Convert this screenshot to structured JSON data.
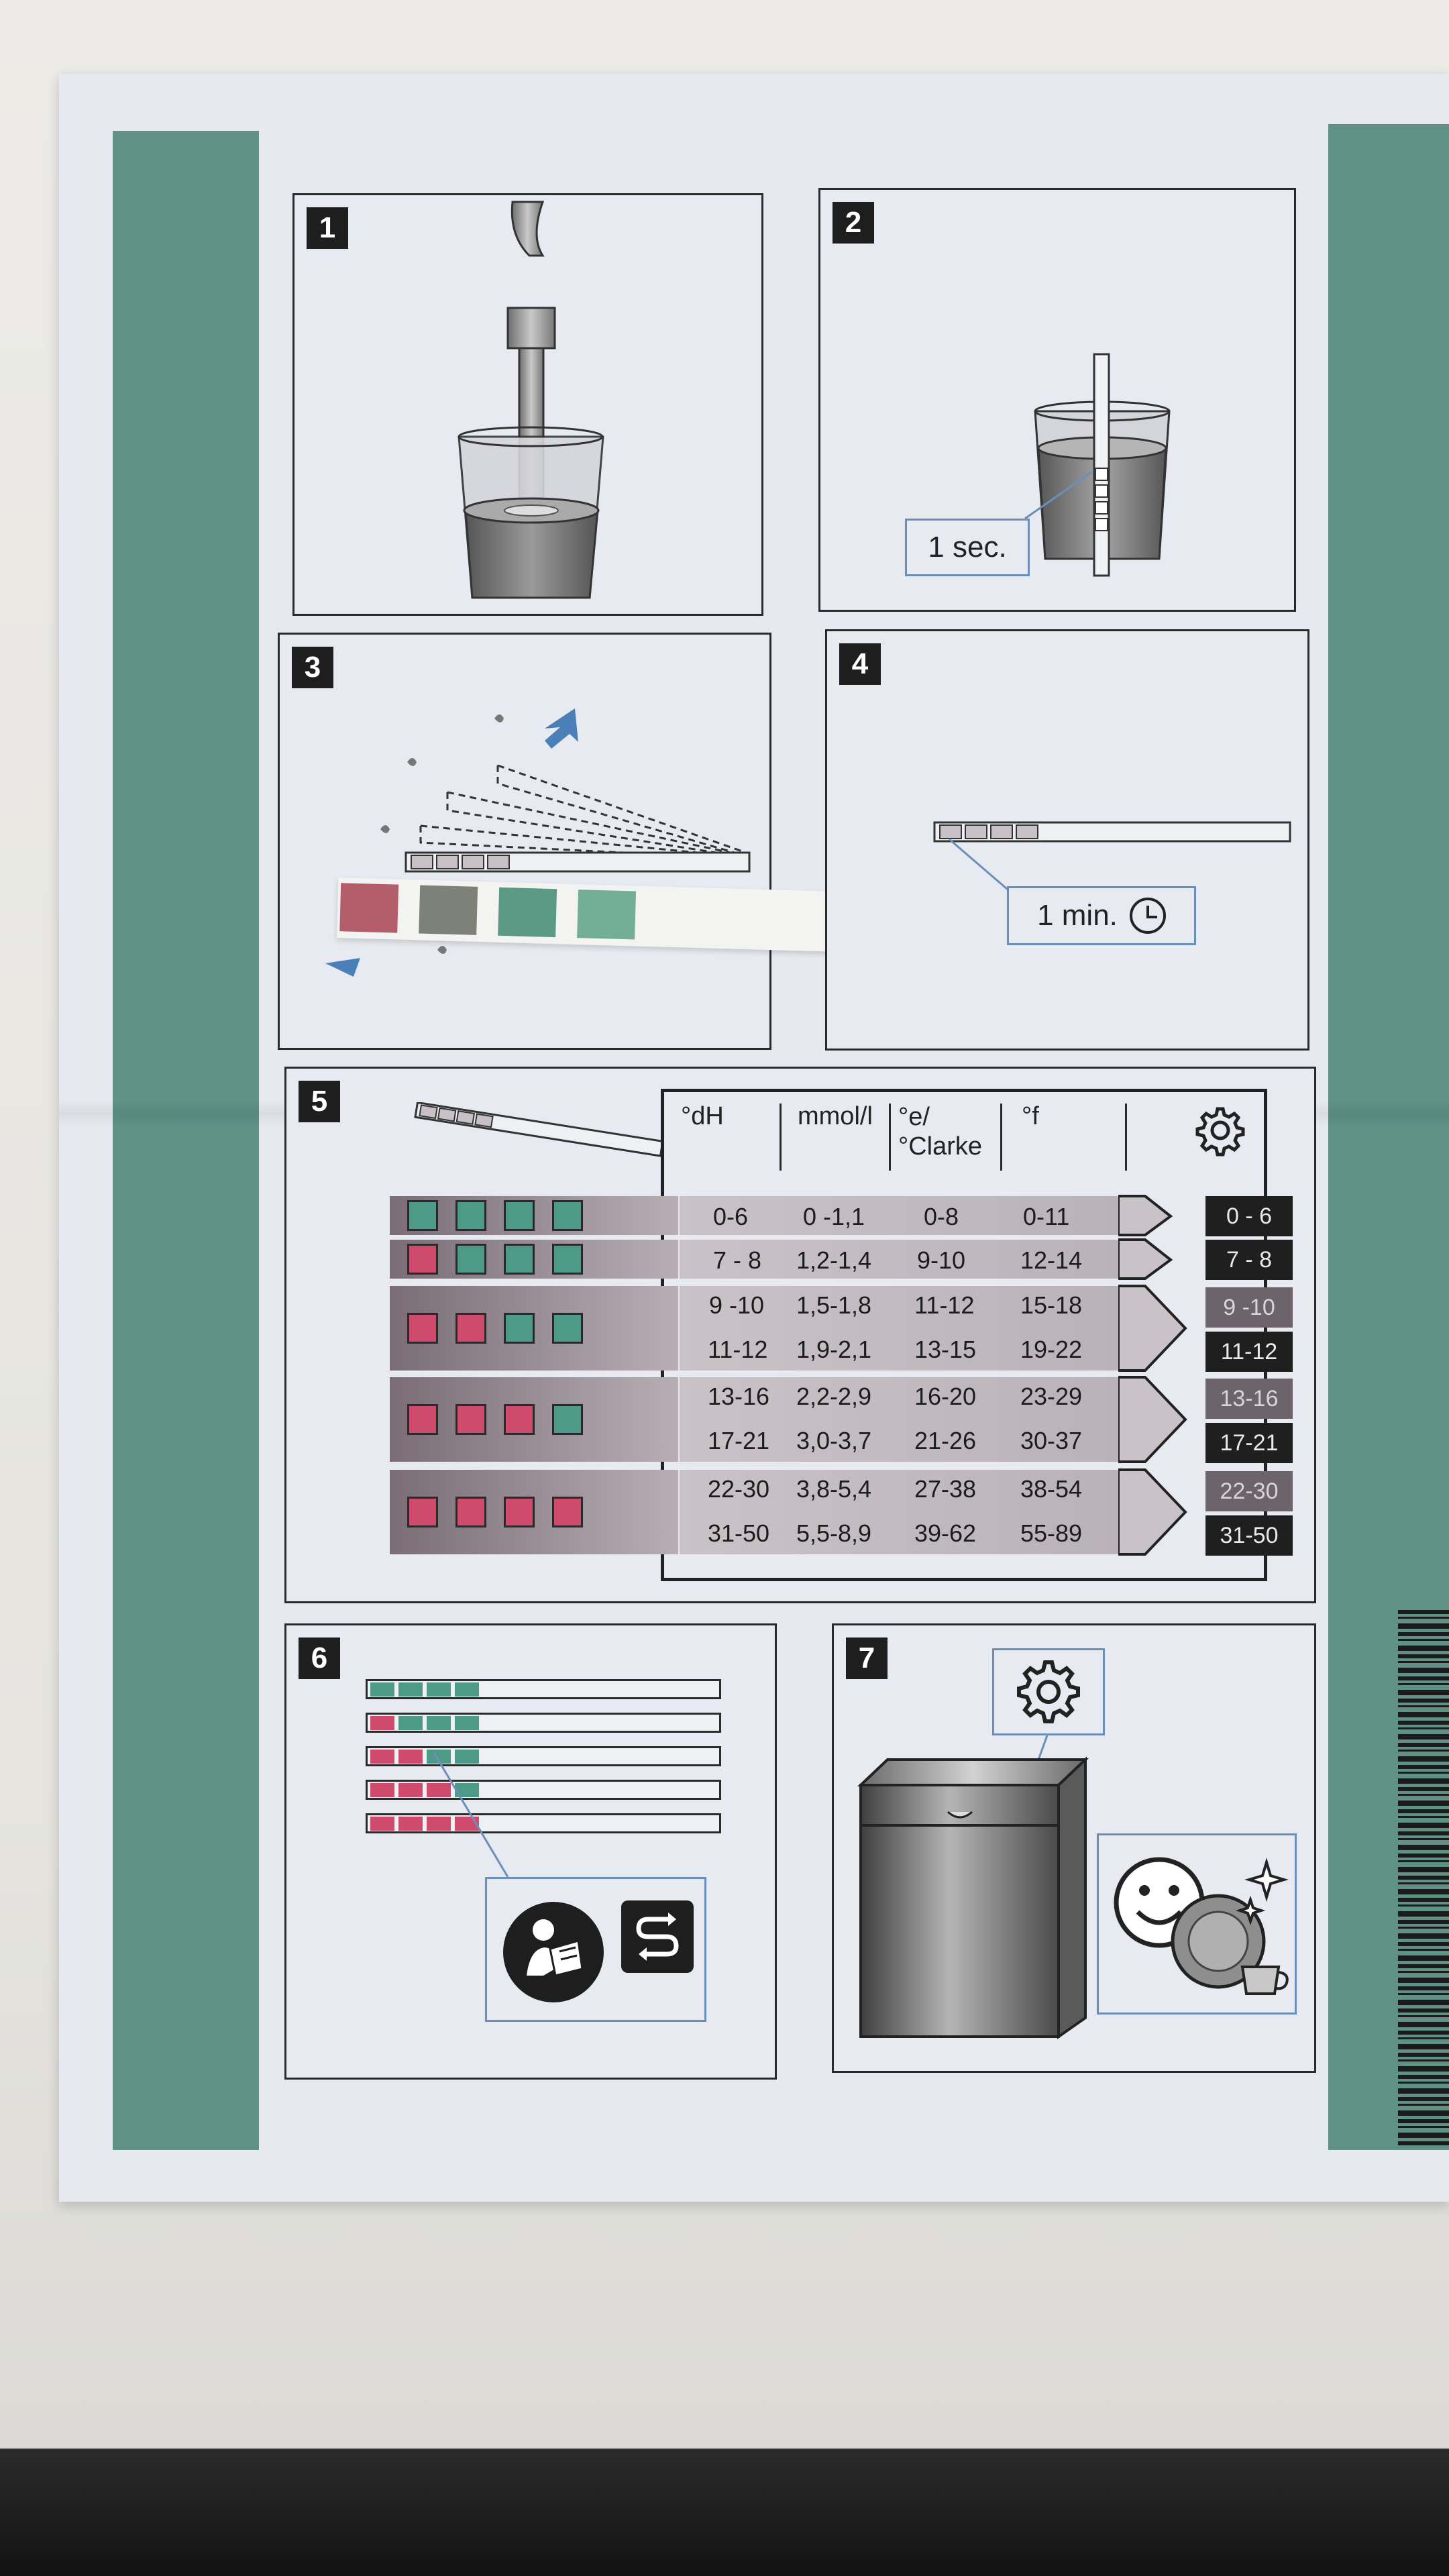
{
  "steps": {
    "s1": "1",
    "s2": "2",
    "s3": "3",
    "s4": "4",
    "s5": "5",
    "s6": "6",
    "s7": "7"
  },
  "step2": {
    "callout": "1 sec."
  },
  "step4": {
    "callout": "1 min."
  },
  "step5": {
    "headers": [
      "°dH",
      "mmol/l",
      "°e/\n°Clarke",
      "°f"
    ],
    "rows": [
      {
        "pads": [
          "grn",
          "grn",
          "grn",
          "grn"
        ],
        "dh": "0-6",
        "mmol": "0 -1,1",
        "e": "0-8",
        "f": "0-11",
        "grade": "0 - 6"
      },
      {
        "pads": [
          "red",
          "grn",
          "grn",
          "grn"
        ],
        "dh": "7 - 8",
        "mmol": "1,2-1,4",
        "e": "9-10",
        "f": "12-14",
        "grade": "7 - 8"
      },
      {
        "pads": [
          "red",
          "red",
          "grn",
          "grn"
        ],
        "dh": "9 -10",
        "mmol": "1,5-1,8",
        "e": "11-12",
        "f": "15-18",
        "grade": "9 -10"
      },
      {
        "pads": [
          "red",
          "red",
          "grn",
          "grn"
        ],
        "dh": "11-12",
        "mmol": "1,9-2,1",
        "e": "13-15",
        "f": "19-22",
        "grade": "11-12"
      },
      {
        "pads": [
          "red",
          "red",
          "red",
          "grn"
        ],
        "dh": "13-16",
        "mmol": "2,2-2,9",
        "e": "16-20",
        "f": "23-29",
        "grade": "13-16"
      },
      {
        "pads": [
          "red",
          "red",
          "red",
          "grn"
        ],
        "dh": "17-21",
        "mmol": "3,0-3,7",
        "e": "21-26",
        "f": "30-37",
        "grade": "17-21"
      },
      {
        "pads": [
          "red",
          "red",
          "red",
          "red"
        ],
        "dh": "22-30",
        "mmol": "3,8-5,4",
        "e": "27-38",
        "f": "38-54",
        "grade": "22-30"
      },
      {
        "pads": [
          "red",
          "red",
          "red",
          "red"
        ],
        "dh": "31-50",
        "mmol": "5,5-8,9",
        "e": "39-62",
        "f": "55-89",
        "grade": "31-50"
      }
    ]
  },
  "colors": {
    "teal": "#5f9185",
    "pad_red": "#cf4b6d",
    "pad_green": "#4e9a89",
    "callout_blue": "#6b8fb8",
    "arrow_blue": "#4a7fb8"
  }
}
